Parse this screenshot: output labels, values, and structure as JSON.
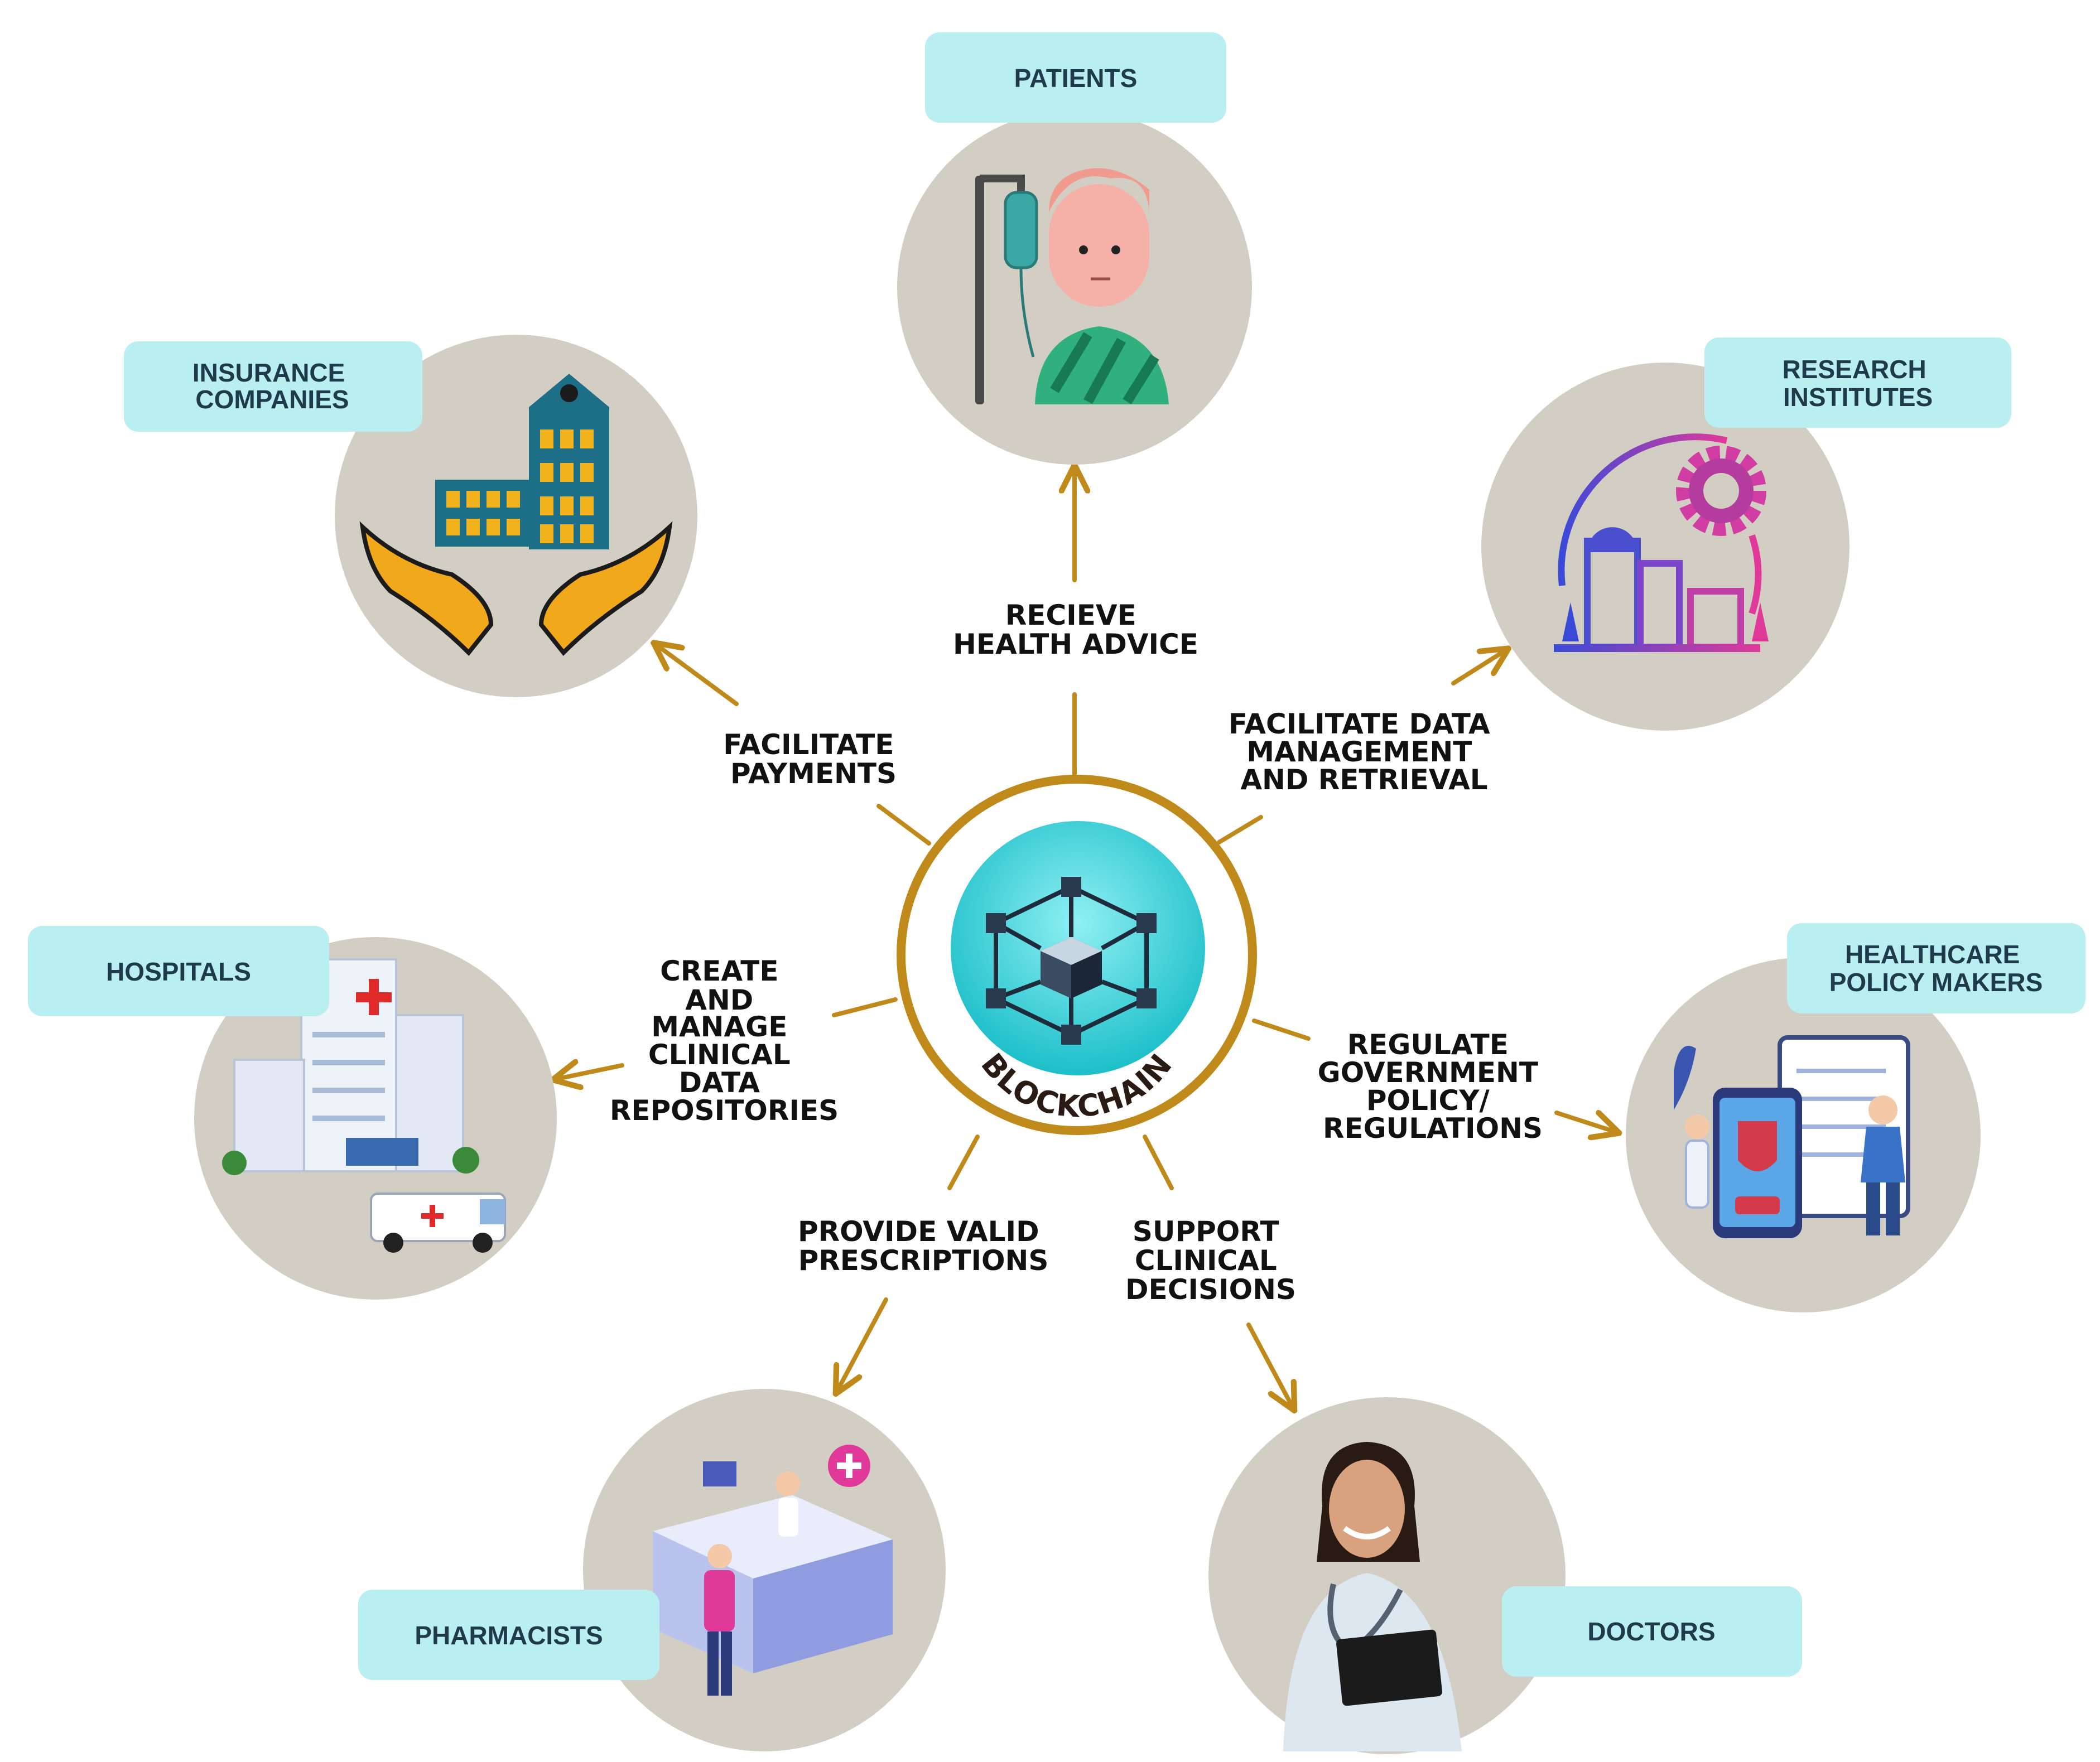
{
  "hub": {
    "label": "BLOCKCHAIN"
  },
  "stakeholders": {
    "patients": {
      "label": [
        "PATIENTS"
      ]
    },
    "research": {
      "label": [
        "RESEARCH",
        "INSTITUTES"
      ]
    },
    "policy": {
      "label": [
        "HEALTHCARE",
        "POLICY MAKERS"
      ]
    },
    "doctors": {
      "label": [
        "DOCTORS"
      ]
    },
    "pharmacists": {
      "label": [
        "PHARMACISTS"
      ]
    },
    "hospitals": {
      "label": [
        "HOSPITALS"
      ]
    },
    "insurance": {
      "label": [
        "INSURANCE",
        "COMPANIES"
      ]
    }
  },
  "connections": {
    "patients": [
      "RECIEVE",
      "HEALTH ADVICE"
    ],
    "research": [
      "FACILITATE DATA",
      "MANAGEMENT",
      "AND RETRIEVAL"
    ],
    "policy": [
      "REGULATE",
      "GOVERNMENT",
      "POLICY/",
      "REGULATIONS"
    ],
    "doctors": [
      "SUPPORT",
      "CLINICAL",
      "DECISIONS"
    ],
    "pharmacists": [
      "PROVIDE VALID",
      "PRESCRIPTIONS"
    ],
    "hospitals": [
      "CREATE",
      "AND",
      "MANAGE",
      "CLINICAL",
      "DATA",
      "REPOSITORIES"
    ],
    "insurance": [
      "FACILITATE",
      "PAYMENTS"
    ]
  },
  "icons": {
    "patients": "patient-iv-drip-icon",
    "research": "research-lab-gear-icon",
    "policy": "policy-makers-phone-icon",
    "doctors": "doctor-with-stethoscope-icon",
    "pharmacists": "pharmacy-counter-icon",
    "hospitals": "hospital-ambulance-icon",
    "insurance": "building-in-hands-icon",
    "hub": "blockchain-cube-icon"
  },
  "colors": {
    "accent": "#c08a1a",
    "pill": "#b9eff0",
    "disc": "#d2cec4",
    "hub_circle": "#2fc8d0",
    "text": "#111111"
  }
}
